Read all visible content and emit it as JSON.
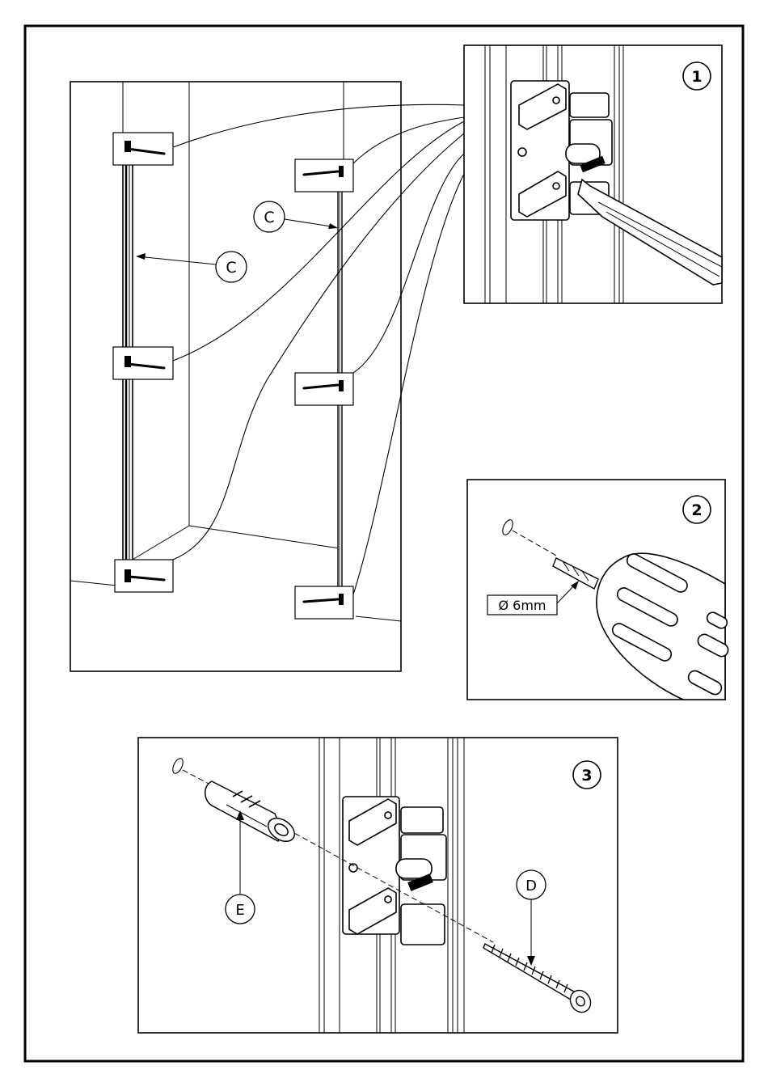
{
  "labels": {
    "step1": "1",
    "step2": "2",
    "step3": "3",
    "rail_left": "C",
    "rail_right": "C",
    "screw": "D",
    "plug": "E",
    "drill_size": "Ø 6mm"
  },
  "icons": {
    "screwdriver": "screwdriver-icon",
    "drill": "drill-icon",
    "wall_plug": "wall-plug-icon",
    "screw": "screw-icon"
  }
}
